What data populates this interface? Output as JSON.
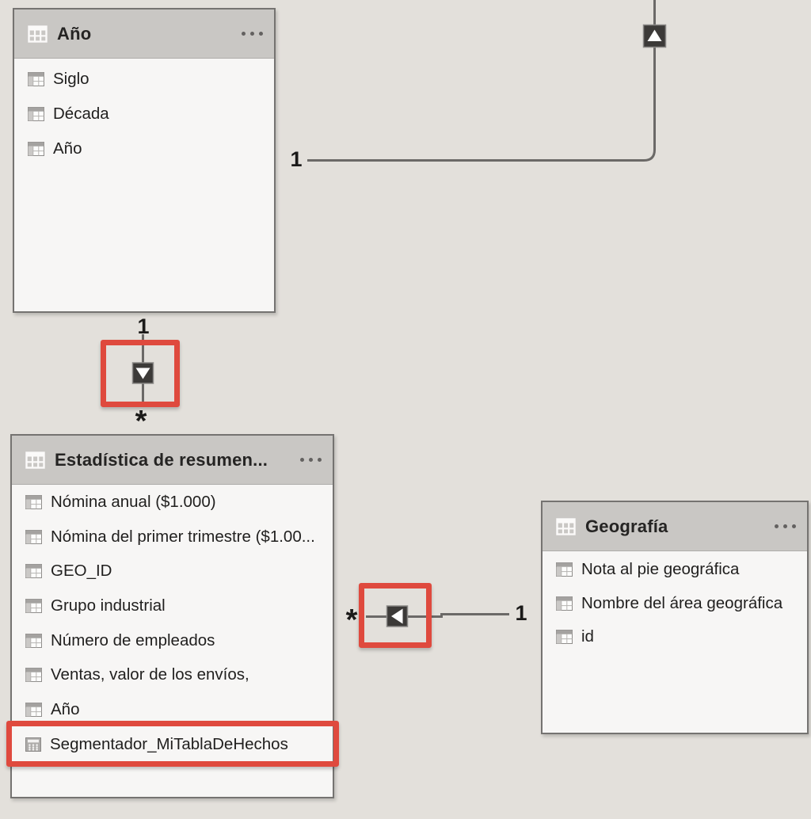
{
  "app": "power-bi-model-view",
  "colors": {
    "background": "#e3e0db",
    "table_body": "#f7f6f5",
    "table_header": "#c9c7c4",
    "table_border": "#757371",
    "relationship_line": "#6b6967",
    "connector_square": "#3c3a38",
    "connector_arrow": "#ffffff",
    "highlight_red": "#df4a3e",
    "text": "#201f1e"
  },
  "icons": {
    "table_header_icon": "grid-table-icon",
    "field_icon": "table-field-icon",
    "calculated_field_icon": "calculator-icon",
    "more_options": "more-options-ellipsis-icon"
  },
  "tables": {
    "ano": {
      "title": "Año",
      "fields": [
        "Siglo",
        "Década",
        "Año"
      ]
    },
    "estadistica": {
      "title": "Estadística de resumen...",
      "fields": [
        "Nómina anual ($1.000)",
        "Nómina del primer trimestre ($1.00...",
        "GEO_ID",
        "Grupo industrial",
        "Número de empleados",
        "Ventas, valor de los envíos,",
        "Año",
        "Segmentador_MiTablaDeHechos"
      ]
    },
    "geografia": {
      "title": "Geografía",
      "fields": [
        "Nota al pie geográfica",
        "Nombre del área geográfica",
        "id"
      ]
    }
  },
  "relationships": {
    "top": {
      "cardinality_left": "1",
      "arrow_direction": "up",
      "description": "line from near Año table going right then up off-screen"
    },
    "vertical": {
      "cardinality_top": "1",
      "cardinality_bottom": "*",
      "arrow_direction": "down",
      "description": "Año (1) to Estadística (*), highlighted in red"
    },
    "horizontal": {
      "cardinality_left": "*",
      "cardinality_right": "1",
      "arrow_direction": "left",
      "description": "Estadística (*) to Geografía (1), highlighted in red"
    }
  }
}
